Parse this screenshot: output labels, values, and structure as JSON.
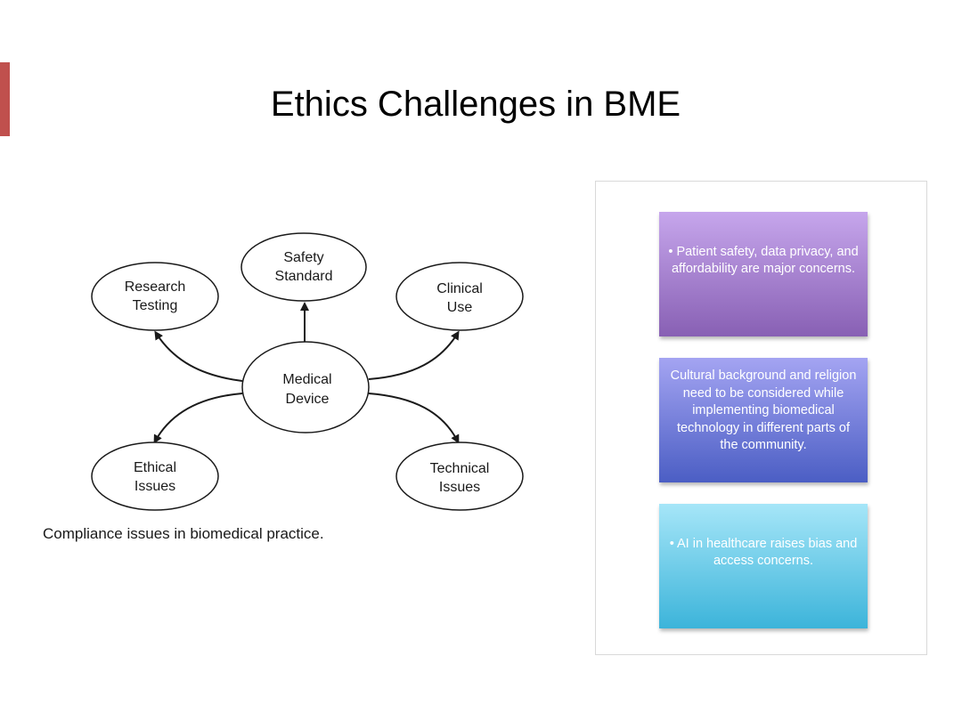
{
  "slide": {
    "title": "Ethics Challenges in BME",
    "accent_color": "#c0504d"
  },
  "diagram": {
    "center": {
      "line1": "Medical",
      "line2": "Device"
    },
    "nodes": {
      "safety": {
        "line1": "Safety",
        "line2": "Standard"
      },
      "research": {
        "line1": "Research",
        "line2": "Testing"
      },
      "clinical": {
        "line1": "Clinical",
        "line2": "Use"
      },
      "ethical": {
        "line1": "Ethical",
        "line2": "Issues"
      },
      "technical": {
        "line1": "Technical",
        "line2": "Issues"
      }
    },
    "caption": "Compliance issues in biomedical practice."
  },
  "cards": [
    {
      "text": "• Patient safety, data privacy, and affordability are major concerns.",
      "color_top": "#c6a6ec",
      "color_bottom": "#8860b4"
    },
    {
      "text": "Cultural background and religion need to be considered while implementing biomedical technology in different parts of the community.",
      "color_top": "#a4a4f2",
      "color_bottom": "#4b5ec4"
    },
    {
      "text": "• AI in healthcare raises bias and access concerns.",
      "color_top": "#a6e6f8",
      "color_bottom": "#3cb4da"
    }
  ]
}
